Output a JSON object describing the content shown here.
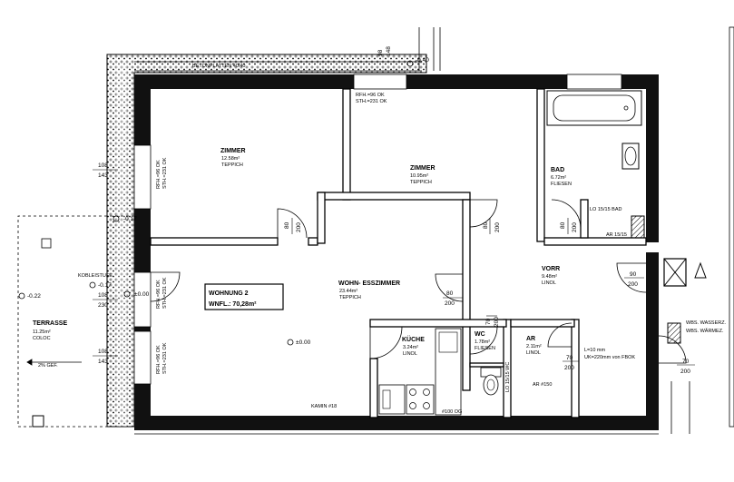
{
  "annotations": {
    "betonplatten": "BETONPLATTEN 40/40",
    "rfh_top": "RFH.=96 OK",
    "sth_top": "STH.=231 OK",
    "rfh_left": "RFH.=96 OK",
    "sth_left": "STH.=231 OK",
    "rfh_left2": "RFH.=96 OK",
    "sth_left2": "STH.=231 OK",
    "rfh_left3": "RFH.=96 OK",
    "sth_left3": "STH.=231 OK",
    "kobleitstuf": "KOBLEISTUFE",
    "kamin": "KAMIN #18",
    "e100": "#100 OG",
    "ar150": "AR #150",
    "lo_bad": "LO 15/15 BAD",
    "ar_bad": "AR 15/15",
    "luft_1": "L=10 mm",
    "luft_2": "UK=220mm von FBOK",
    "wasserz1": "WBS. WASSERZ.",
    "wasserz2": "WBS. WÄRMEZ.",
    "gef": "2% GEF.",
    "lo_wc": "LO 15/15 WC"
  },
  "levels": {
    "l040": "-0.40",
    "l017a": "-0.17",
    "l017b": "-0.17",
    "l000a": "±0.00",
    "l000b": "±0.00",
    "l022": "-0.22"
  },
  "dimensions": {
    "win_left_top_w": "108",
    "win_left_top_h": "143",
    "win_left_mid_w": "108",
    "win_left_mid_h": "230",
    "win_left_bot_w": "108",
    "win_left_bot_h": "143",
    "top_ref_a": "98",
    "top_ref_b": "148",
    "door_zimmer1_w": "80",
    "door_zimmer1_h": "200",
    "door_zimmer2_w": "80",
    "door_zimmer2_h": "200",
    "door_bad_w": "80",
    "door_bad_h": "200",
    "door_wohn_w": "80",
    "door_wohn_h": "200",
    "door_entry_w": "90",
    "door_entry_h": "200",
    "door_wc_w": "70",
    "door_wc_h": "200",
    "door_ar_w": "70",
    "door_ar_h": "200",
    "door_right_w": "70",
    "door_right_h": "200"
  },
  "rooms": [
    {
      "name": "ZIMMER",
      "area": "12.58m²",
      "floor": "TEPPICH"
    },
    {
      "name": "ZIMMER",
      "area": "10.95m²",
      "floor": "TEPPICH"
    },
    {
      "name": "BAD",
      "area": "6.72m²",
      "floor": "FLIESEN"
    },
    {
      "name": "WOHN- ESSZIMMER",
      "area": "23.44m²",
      "floor": "TEPPICH"
    },
    {
      "name": "VORR",
      "area": "9.48m²",
      "floor": "LINOL"
    },
    {
      "name": "KÜCHE",
      "area": "3.24m²",
      "floor": "LINOL"
    },
    {
      "name": "WC",
      "area": "1.78m²",
      "floor": "FLIESEN"
    },
    {
      "name": "AR",
      "area": "2.11m²",
      "floor": "LINOL"
    },
    {
      "name": "TERRASSE",
      "area": "11.25m²",
      "floor": "COLOC"
    }
  ],
  "apartment": {
    "title": "WOHNUNG 2",
    "area": "WNFL.: 70,28m²"
  }
}
